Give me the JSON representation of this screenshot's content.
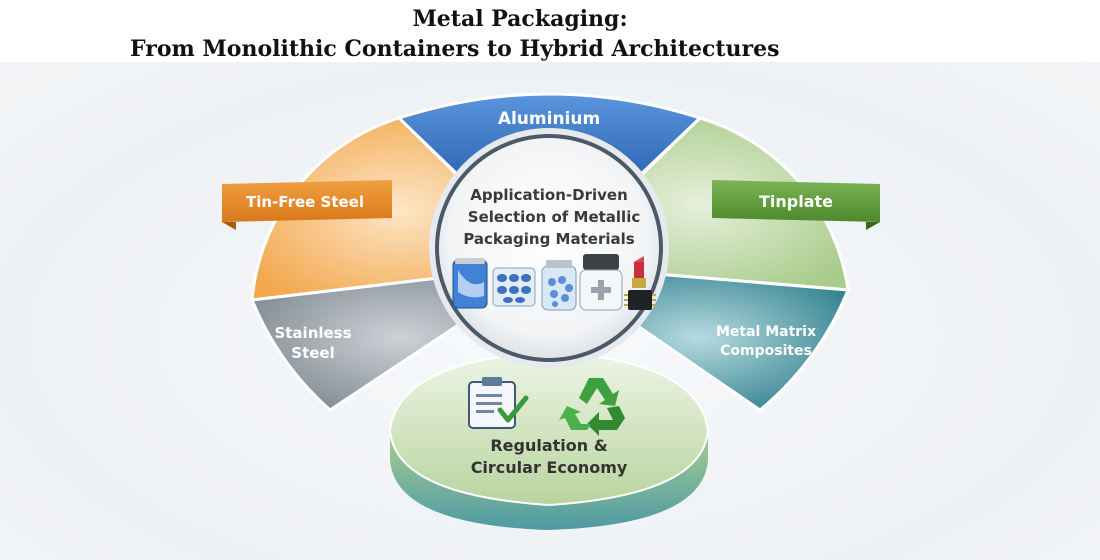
{
  "title": {
    "line1": "Metal Packaging:",
    "line2": "From Monolithic Containers to Hybrid Architectures"
  },
  "center": {
    "line1": "Application-Driven",
    "line2": "Selection of Metallic",
    "line3": "Packaging Materials"
  },
  "segments": {
    "aluminium": "Aluminium",
    "tinplate": "Tinplate",
    "tin_free_steel": "Tin-Free Steel",
    "stainless_line1": "Stainless",
    "stainless_line2": "Steel",
    "mmc_line1": "Metal Matrix",
    "mmc_line2": "Composites",
    "regulation_line1": "Regulation &",
    "regulation_line2": "Circular Economy"
  },
  "icons": {
    "products": [
      "beverage-can-icon",
      "blister-pack-icon",
      "pill-bottle-icon",
      "medicine-jar-icon",
      "lipstick-icon",
      "microchip-icon"
    ],
    "regulation": [
      "checklist-clipboard-icon",
      "recycle-icon"
    ]
  },
  "colors": {
    "aluminium": "#3b78c8",
    "tinplate": "#5e9e3c",
    "tin_free_steel": "#e38a28",
    "stainless": "#7d8790",
    "mmc": "#2e7f8c",
    "regulation": "#8ab566"
  }
}
